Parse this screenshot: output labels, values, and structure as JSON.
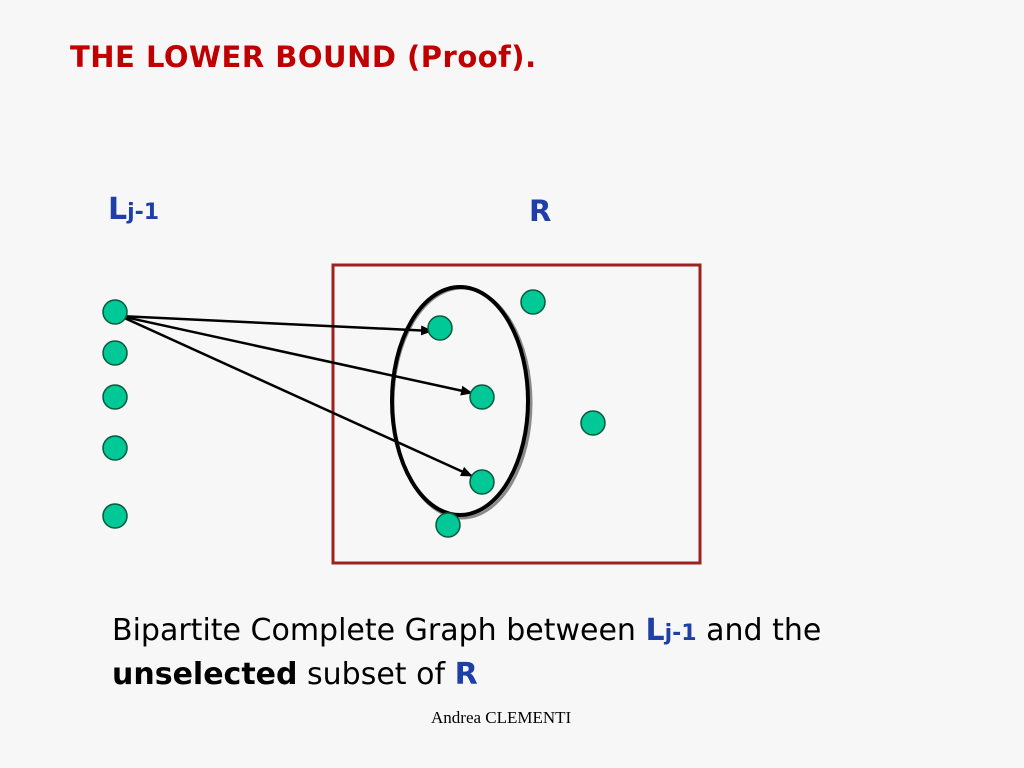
{
  "title": {
    "text": "THE LOWER BOUND  (Proof)",
    "period": ".",
    "color": "#c00000"
  },
  "labels": {
    "left_set_main": "L",
    "left_set_sub": "j-1",
    "right_set": "R",
    "color": "#1f3fa8"
  },
  "caption": {
    "line1_prefix": "Bipartite Complete Graph between ",
    "line1_set_main": "L",
    "line1_set_sub": "j-1",
    "line1_suffix": " and the",
    "line2_bold": "unselected",
    "line2_middle": " subset of ",
    "line2_set": "R"
  },
  "footer": "Andrea CLEMENTI",
  "colors": {
    "node_fill": "#00c896",
    "node_stroke": "#0a5a3c",
    "box_stroke": "#9c2222",
    "edge": "#000000"
  }
}
